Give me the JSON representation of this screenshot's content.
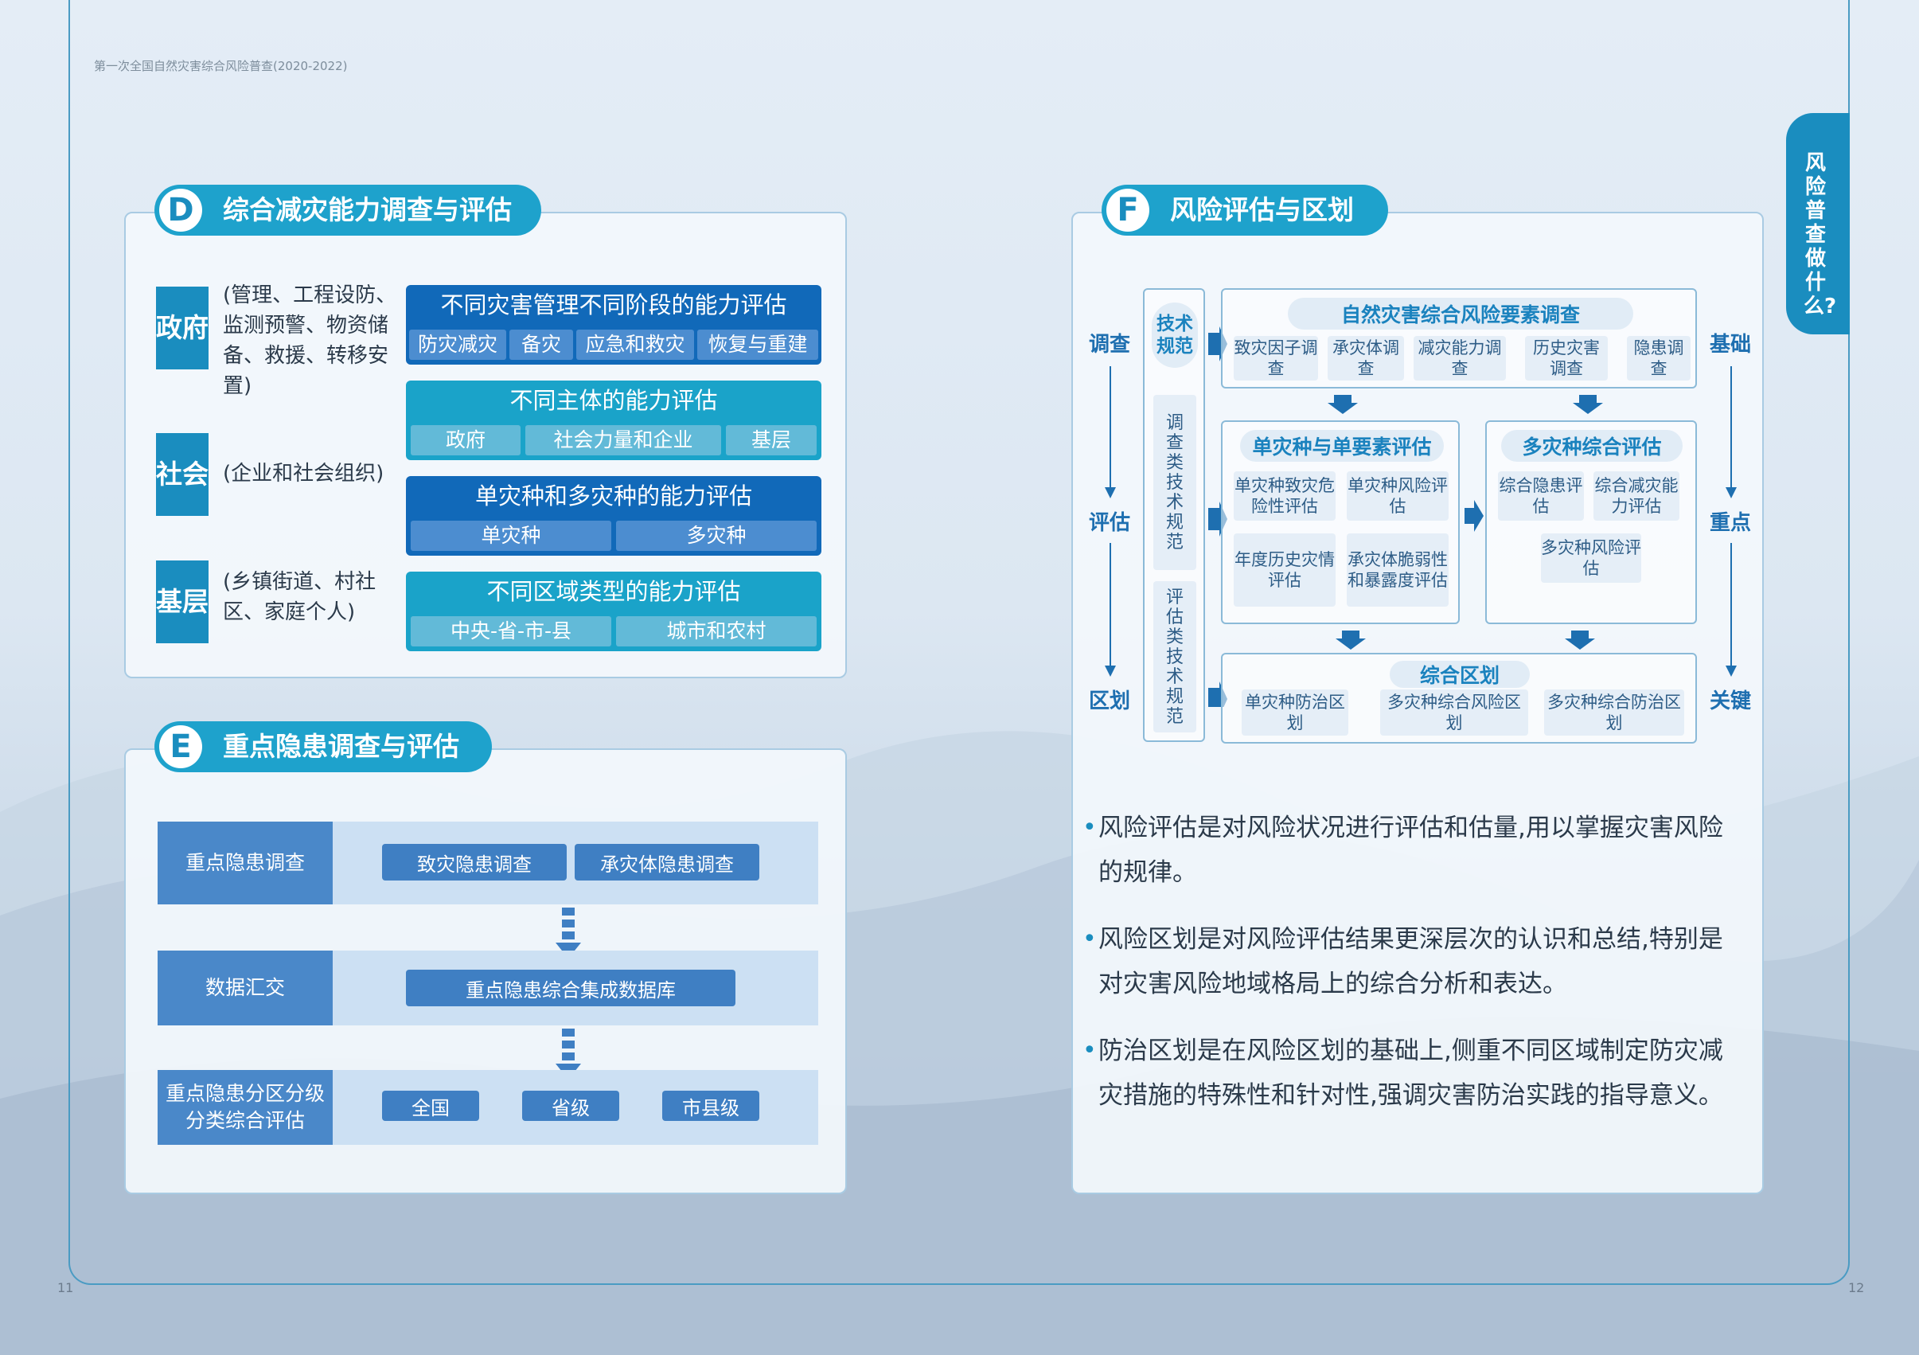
{
  "header": {
    "running_title": "第一次全国自然灾害综合风险普查(2020-2022)"
  },
  "page_numbers": {
    "left": "11",
    "right": "12"
  },
  "side_tab": {
    "label": "风险普查做什么?"
  },
  "section_d": {
    "letter": "D",
    "title": "综合减灾能力调查与评估",
    "groups": [
      {
        "label": "政府",
        "note": "(管理、工程设防、监测预警、物资储备、救援、转移安置)"
      },
      {
        "label": "社会",
        "note": "(企业和社会组织)"
      },
      {
        "label": "基层",
        "note": "(乡镇街道、村社区、家庭个人)"
      }
    ],
    "boxes": [
      {
        "title": "不同灾害管理不同阶段的能力评估",
        "cells": [
          "防灾减灾",
          "备灾",
          "应急和救灾",
          "恢复与重建"
        ]
      },
      {
        "title": "不同主体的能力评估",
        "cells": [
          "政府",
          "社会力量和企业",
          "基层"
        ]
      },
      {
        "title": "单灾种和多灾种的能力评估",
        "cells": [
          "单灾种",
          "多灾种"
        ]
      },
      {
        "title": "不同区域类型的能力评估",
        "cells": [
          "中央-省-市-县",
          "城市和农村"
        ]
      }
    ]
  },
  "section_e": {
    "letter": "E",
    "title": "重点隐患调查与评估",
    "rows": [
      {
        "label": "重点隐患调查",
        "items": [
          "致灾隐患调查",
          "承灾体隐患调查"
        ]
      },
      {
        "label": "数据汇交",
        "items": [
          "重点隐患综合集成数据库"
        ]
      },
      {
        "label": "重点隐患分区分级分类综合评估",
        "items": [
          "全国",
          "省级",
          "市县级"
        ]
      }
    ]
  },
  "section_f": {
    "letter": "F",
    "title": "风险评估与区划",
    "left_labels": [
      "调查",
      "评估",
      "区划"
    ],
    "right_labels": [
      "基础",
      "重点",
      "关键"
    ],
    "tech": {
      "title": "技术规范",
      "survey_spec": "调查类技术规范",
      "eval_spec": "评估类技术规范"
    },
    "survey": {
      "title": "自然灾害综合风险要素调查",
      "items": [
        "致灾因子调查",
        "承灾体调查",
        "减灾能力调查",
        "历史灾害调查",
        "隐患调查"
      ]
    },
    "single": {
      "title": "单灾种与单要素评估",
      "items": [
        "单灾种致灾危险性评估",
        "单灾种风险评估",
        "年度历史灾情评估",
        "承灾体脆弱性和暴露度评估"
      ]
    },
    "multi": {
      "title": "多灾种综合评估",
      "items": [
        "综合隐患评估",
        "综合减灾能力评估",
        "多灾种风险评估"
      ]
    },
    "zoning": {
      "title": "综合区划",
      "items": [
        "单灾种防治区划",
        "多灾种综合风险区划",
        "多灾种综合防治区划"
      ]
    }
  },
  "bullets": [
    "风险评估是对风险状况进行评估和估量,用以掌握灾害风险的规律。",
    "风险区划是对风险评估结果更深层次的认识和总结,特别是对灾害风险地域格局上的综合分析和表达。",
    "防治区划是在风险区划的基础上,侧重不同区域制定防灾减灾措施的特殊性和针对性,强调灾害防治实践的指导意义。"
  ]
}
